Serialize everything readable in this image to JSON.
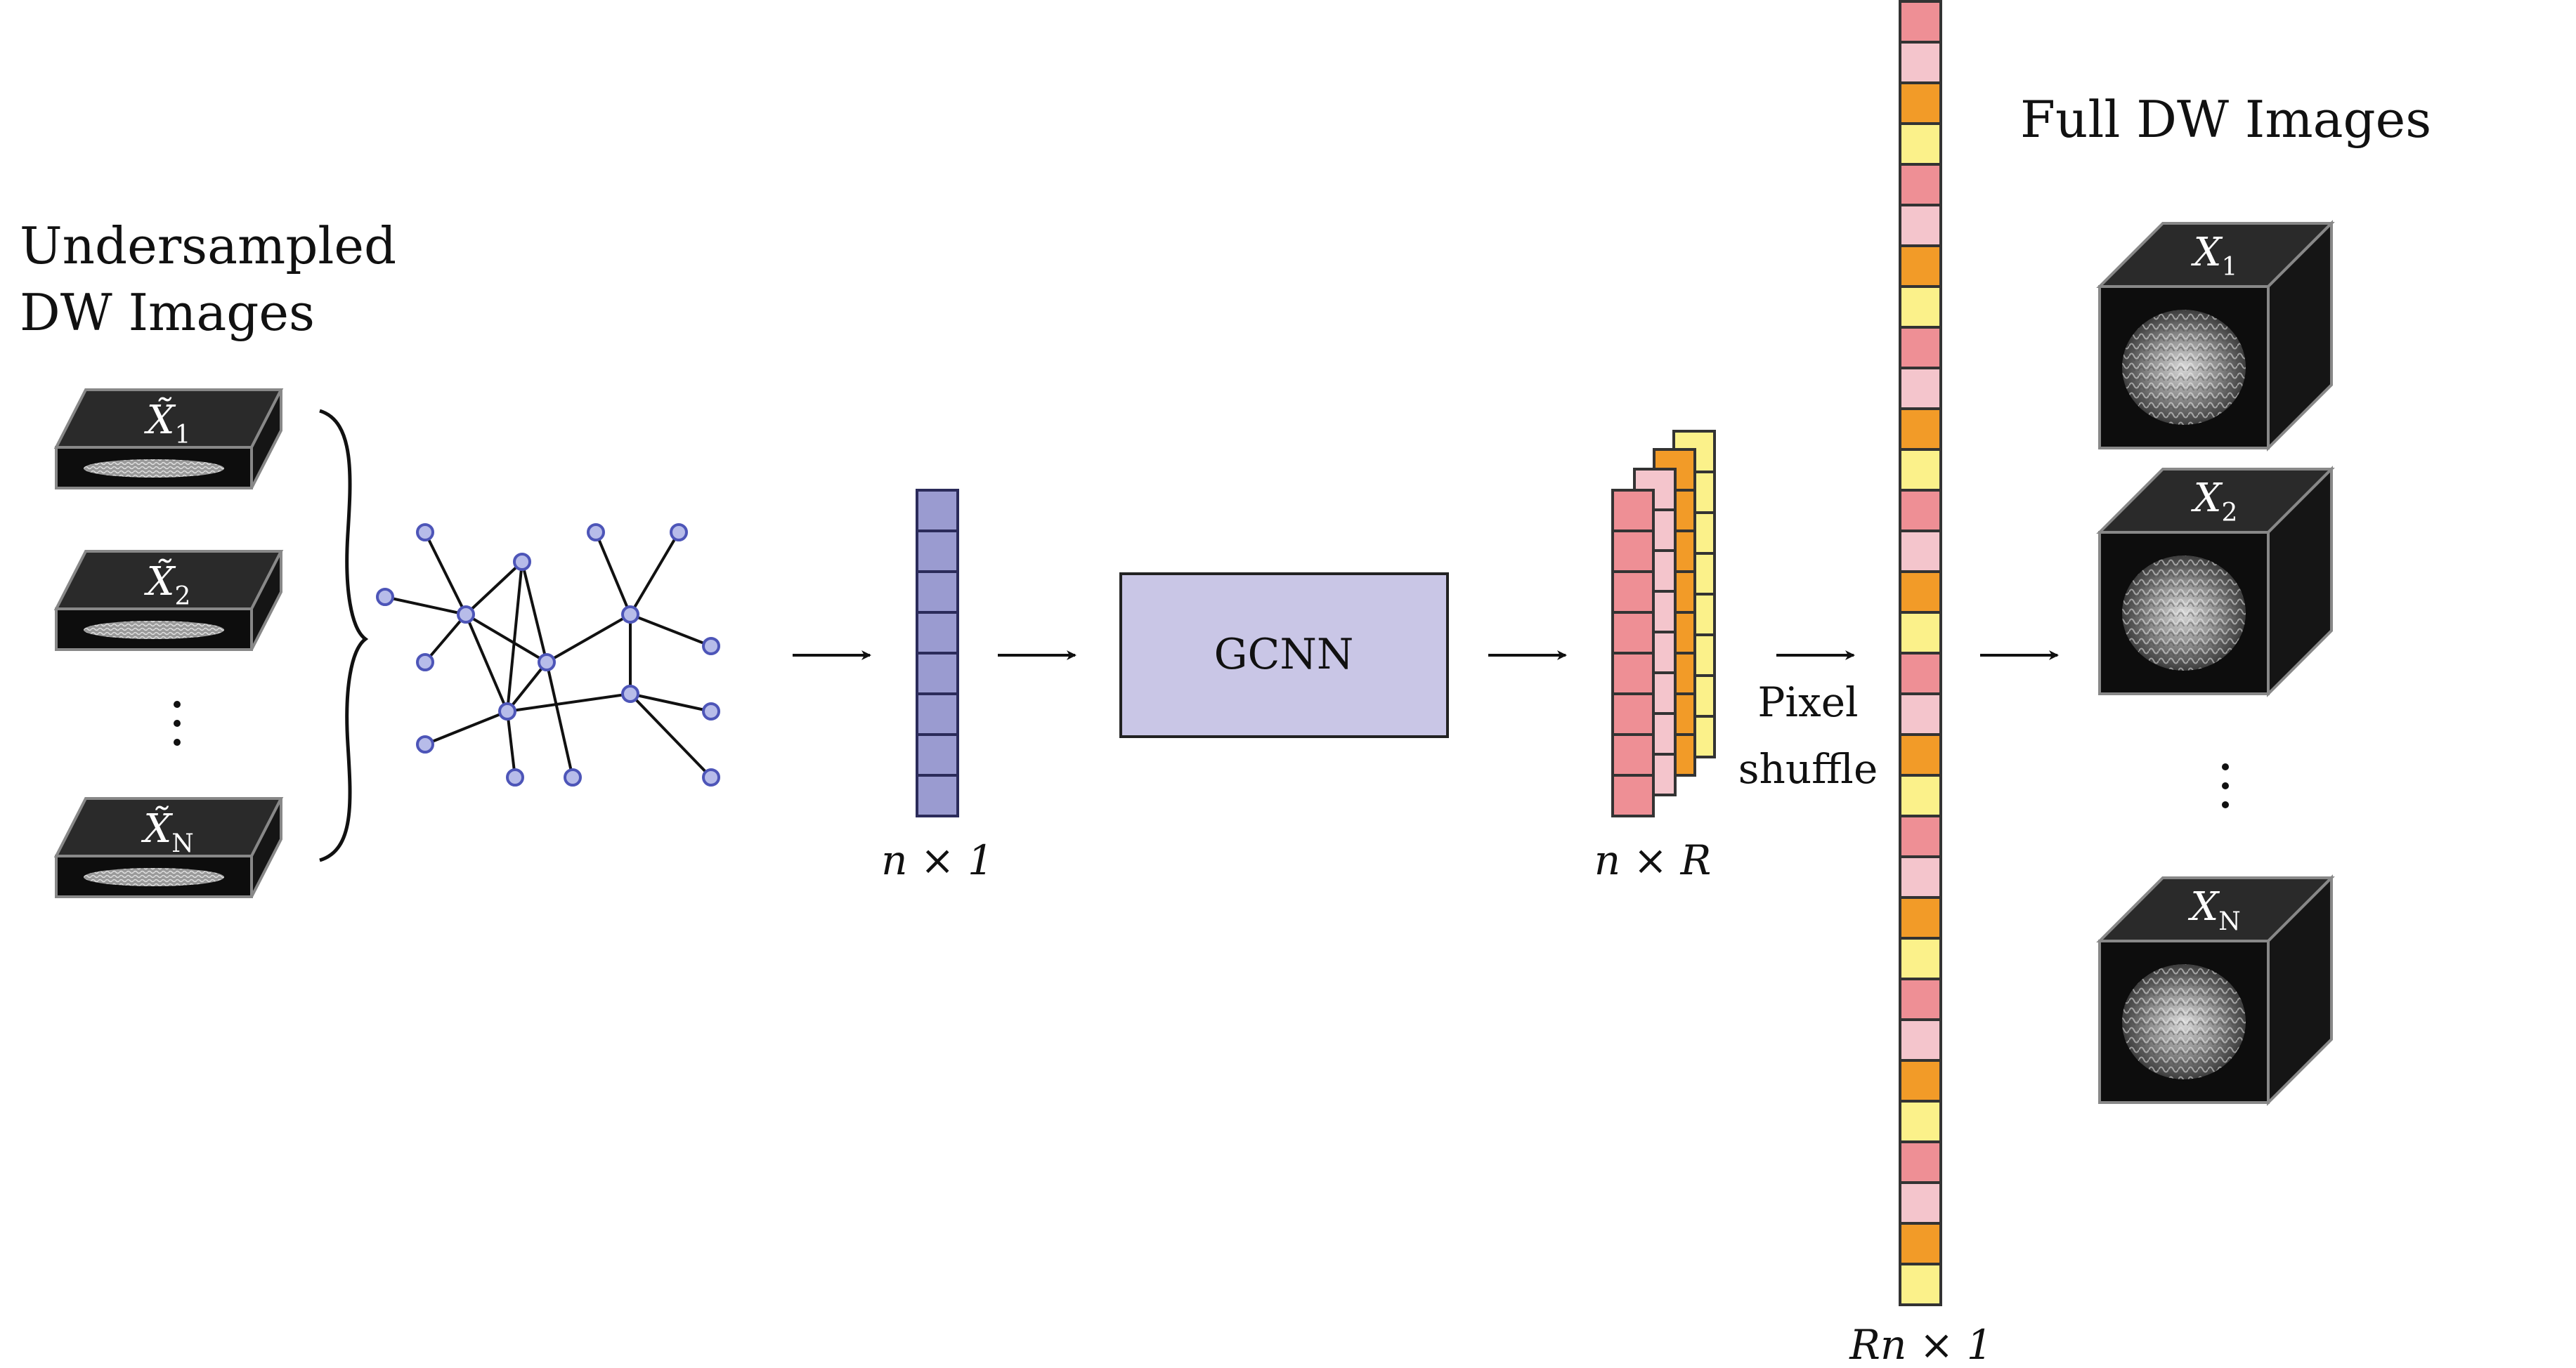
{
  "left_title": {
    "line1": "Undersampled",
    "line2": "DW Images"
  },
  "right_title": "Full DW Images",
  "inputs": [
    {
      "label": "X̃",
      "sub": "1"
    },
    {
      "label": "X̃",
      "sub": "2"
    },
    {
      "label": "X̃",
      "sub": "N"
    }
  ],
  "outputs": [
    {
      "label": "X",
      "sub": "1"
    },
    {
      "label": "X",
      "sub": "2"
    },
    {
      "label": "X",
      "sub": "N"
    }
  ],
  "vector_label": "n × 1",
  "gcnn_label": "GCNN",
  "stack_label": "n × R",
  "shuffle_label": {
    "line1": "Pixel",
    "line2": "shuffle"
  },
  "tall_label": "Rn × 1",
  "colors": {
    "node_fill": "#b7bce9",
    "node_stroke": "#4d55b8",
    "vector_fill": "#9a9bd0",
    "gcnn_fill": "#c9c6e6",
    "red": "#ee8f95",
    "pink": "#f4c5cc",
    "orange": "#f29b28",
    "yellow": "#fbf18a",
    "slab": "#1f1f1f"
  }
}
